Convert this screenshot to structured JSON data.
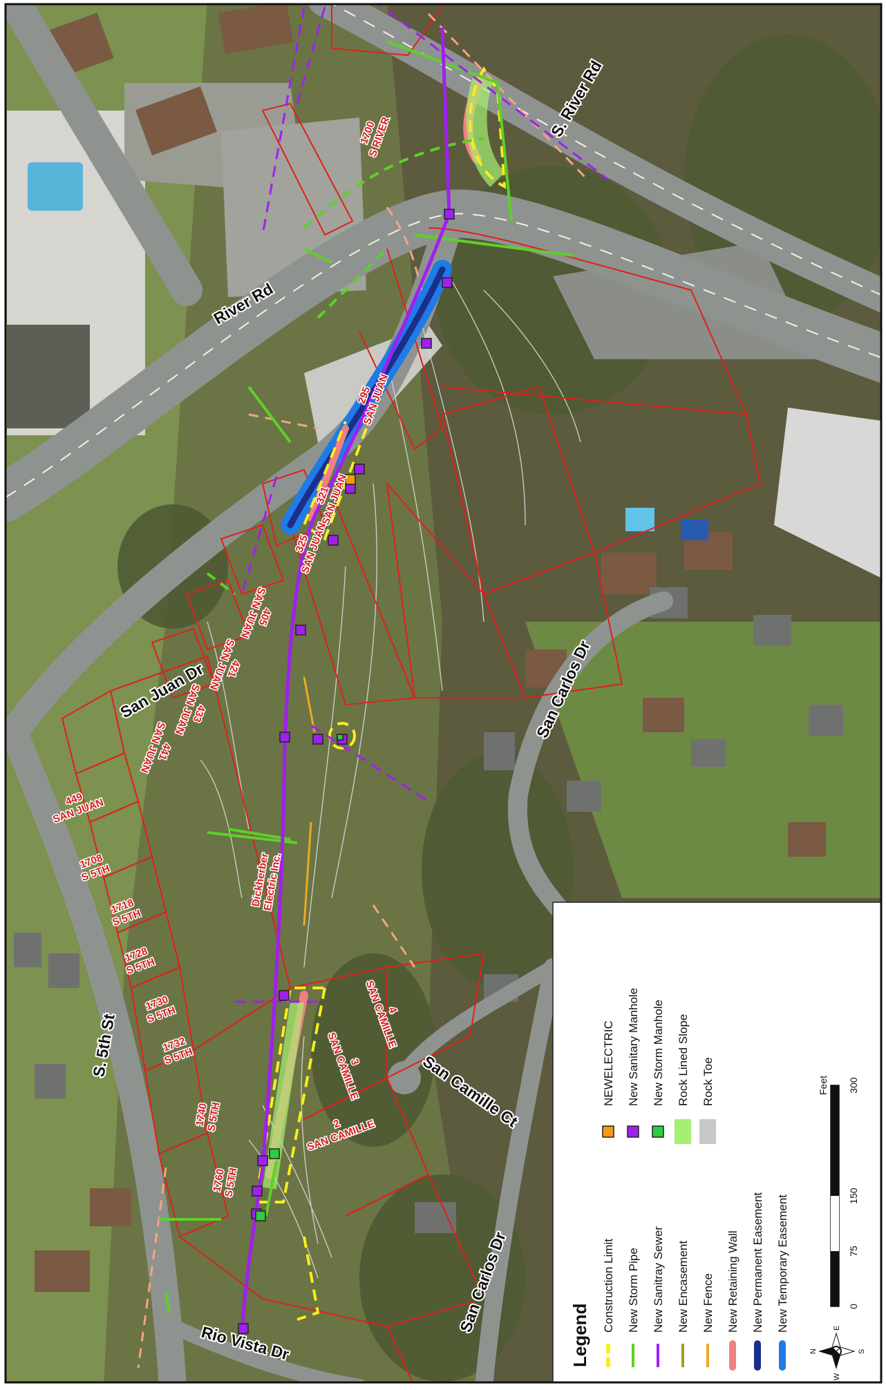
{
  "streets": {
    "river_rd": "River Rd",
    "s_river_rd": "S. River Rd",
    "san_juan_dr": "San Juan Dr",
    "s_5th_st": "S. 5th St",
    "san_carlos_dr_upper": "San Carlos Dr",
    "san_carlos_dr_lower": "San Carlos Dr",
    "san_camille_ct": "San Camille Ct",
    "rio_vista_dr": "Rio Vista Dr"
  },
  "parcels": {
    "p1700": [
      "1700",
      "S RIVER"
    ],
    "p295": [
      "295",
      "SAN JUAN"
    ],
    "p321": [
      "321",
      "SAN JUAN"
    ],
    "p325": [
      "325",
      "SAN JUAN"
    ],
    "p405": [
      "405",
      "SAN JUAN"
    ],
    "p421": [
      "421",
      "SAN JUAN"
    ],
    "p433": [
      "433",
      "SAN JUAN"
    ],
    "p441": [
      "441",
      "SAN JUAN"
    ],
    "p449": [
      "449",
      "SAN JUAN"
    ],
    "p1708": [
      "1708",
      "S 5TH"
    ],
    "p1718": [
      "1718",
      "S 5TH"
    ],
    "p1728": [
      "1728",
      "S 5TH"
    ],
    "p1730": [
      "1730",
      "S 5TH"
    ],
    "p1732": [
      "1732",
      "S 5TH"
    ],
    "p1740": [
      "1740",
      "S 5TH"
    ],
    "p1760": [
      "1760",
      "S 5TH"
    ],
    "dickherber": [
      "Dickherber",
      "Electric Inc."
    ],
    "camille2": [
      "2",
      "SAN CAMILLE"
    ],
    "camille3": [
      "3",
      "SAN CAMILLE"
    ],
    "camille4": [
      "4",
      "SAN CAMILLE"
    ]
  },
  "legend": {
    "title": "Legend",
    "items": [
      {
        "label": "Construction Limit",
        "icon": "dashed-yellow-line",
        "color": "#f7ee1e"
      },
      {
        "label": "New Storm Pipe",
        "icon": "green-line",
        "color": "#5fcf2a"
      },
      {
        "label": "New Sanitray Sewer",
        "icon": "purple-line",
        "color": "#a020f0"
      },
      {
        "label": "New Encasement",
        "icon": "olive-line",
        "color": "#a89b24"
      },
      {
        "label": "New Fence",
        "icon": "orange-line",
        "color": "#f2a623"
      },
      {
        "label": "New Retaining Wall",
        "icon": "salmon-line",
        "color": "#f08080"
      },
      {
        "label": "New Permanent Easement",
        "icon": "navy-line",
        "color": "#1b2f8a"
      },
      {
        "label": "New Temporary Easement",
        "icon": "blue-line",
        "color": "#1f7be6"
      }
    ],
    "items2": [
      {
        "label": "NEWELECTRIC",
        "icon": "orange-square-marker",
        "color": "#f39c12"
      },
      {
        "label": "New Sanitary Manhole",
        "icon": "purple-square-marker",
        "color": "#a020f0"
      },
      {
        "label": "New Storm Manhole",
        "icon": "green-square-marker",
        "color": "#2ecc40"
      },
      {
        "label": "Rock Lined Slope",
        "icon": "light-green-swatch",
        "color": "#a6ef72"
      },
      {
        "label": "Rock Toe",
        "icon": "gray-swatch",
        "color": "#c8c8c8"
      }
    ],
    "scale": {
      "unit": "Feet",
      "ticks": [
        "0",
        "75",
        "150",
        "300"
      ]
    },
    "north_arrow": {
      "n": "N",
      "e": "E",
      "s": "S",
      "w": "W"
    }
  },
  "colors": {
    "parcel_line": "#e0201b",
    "road": "#8f9390",
    "tree": "#5b6a3e",
    "grass": "#7e9a4d"
  }
}
